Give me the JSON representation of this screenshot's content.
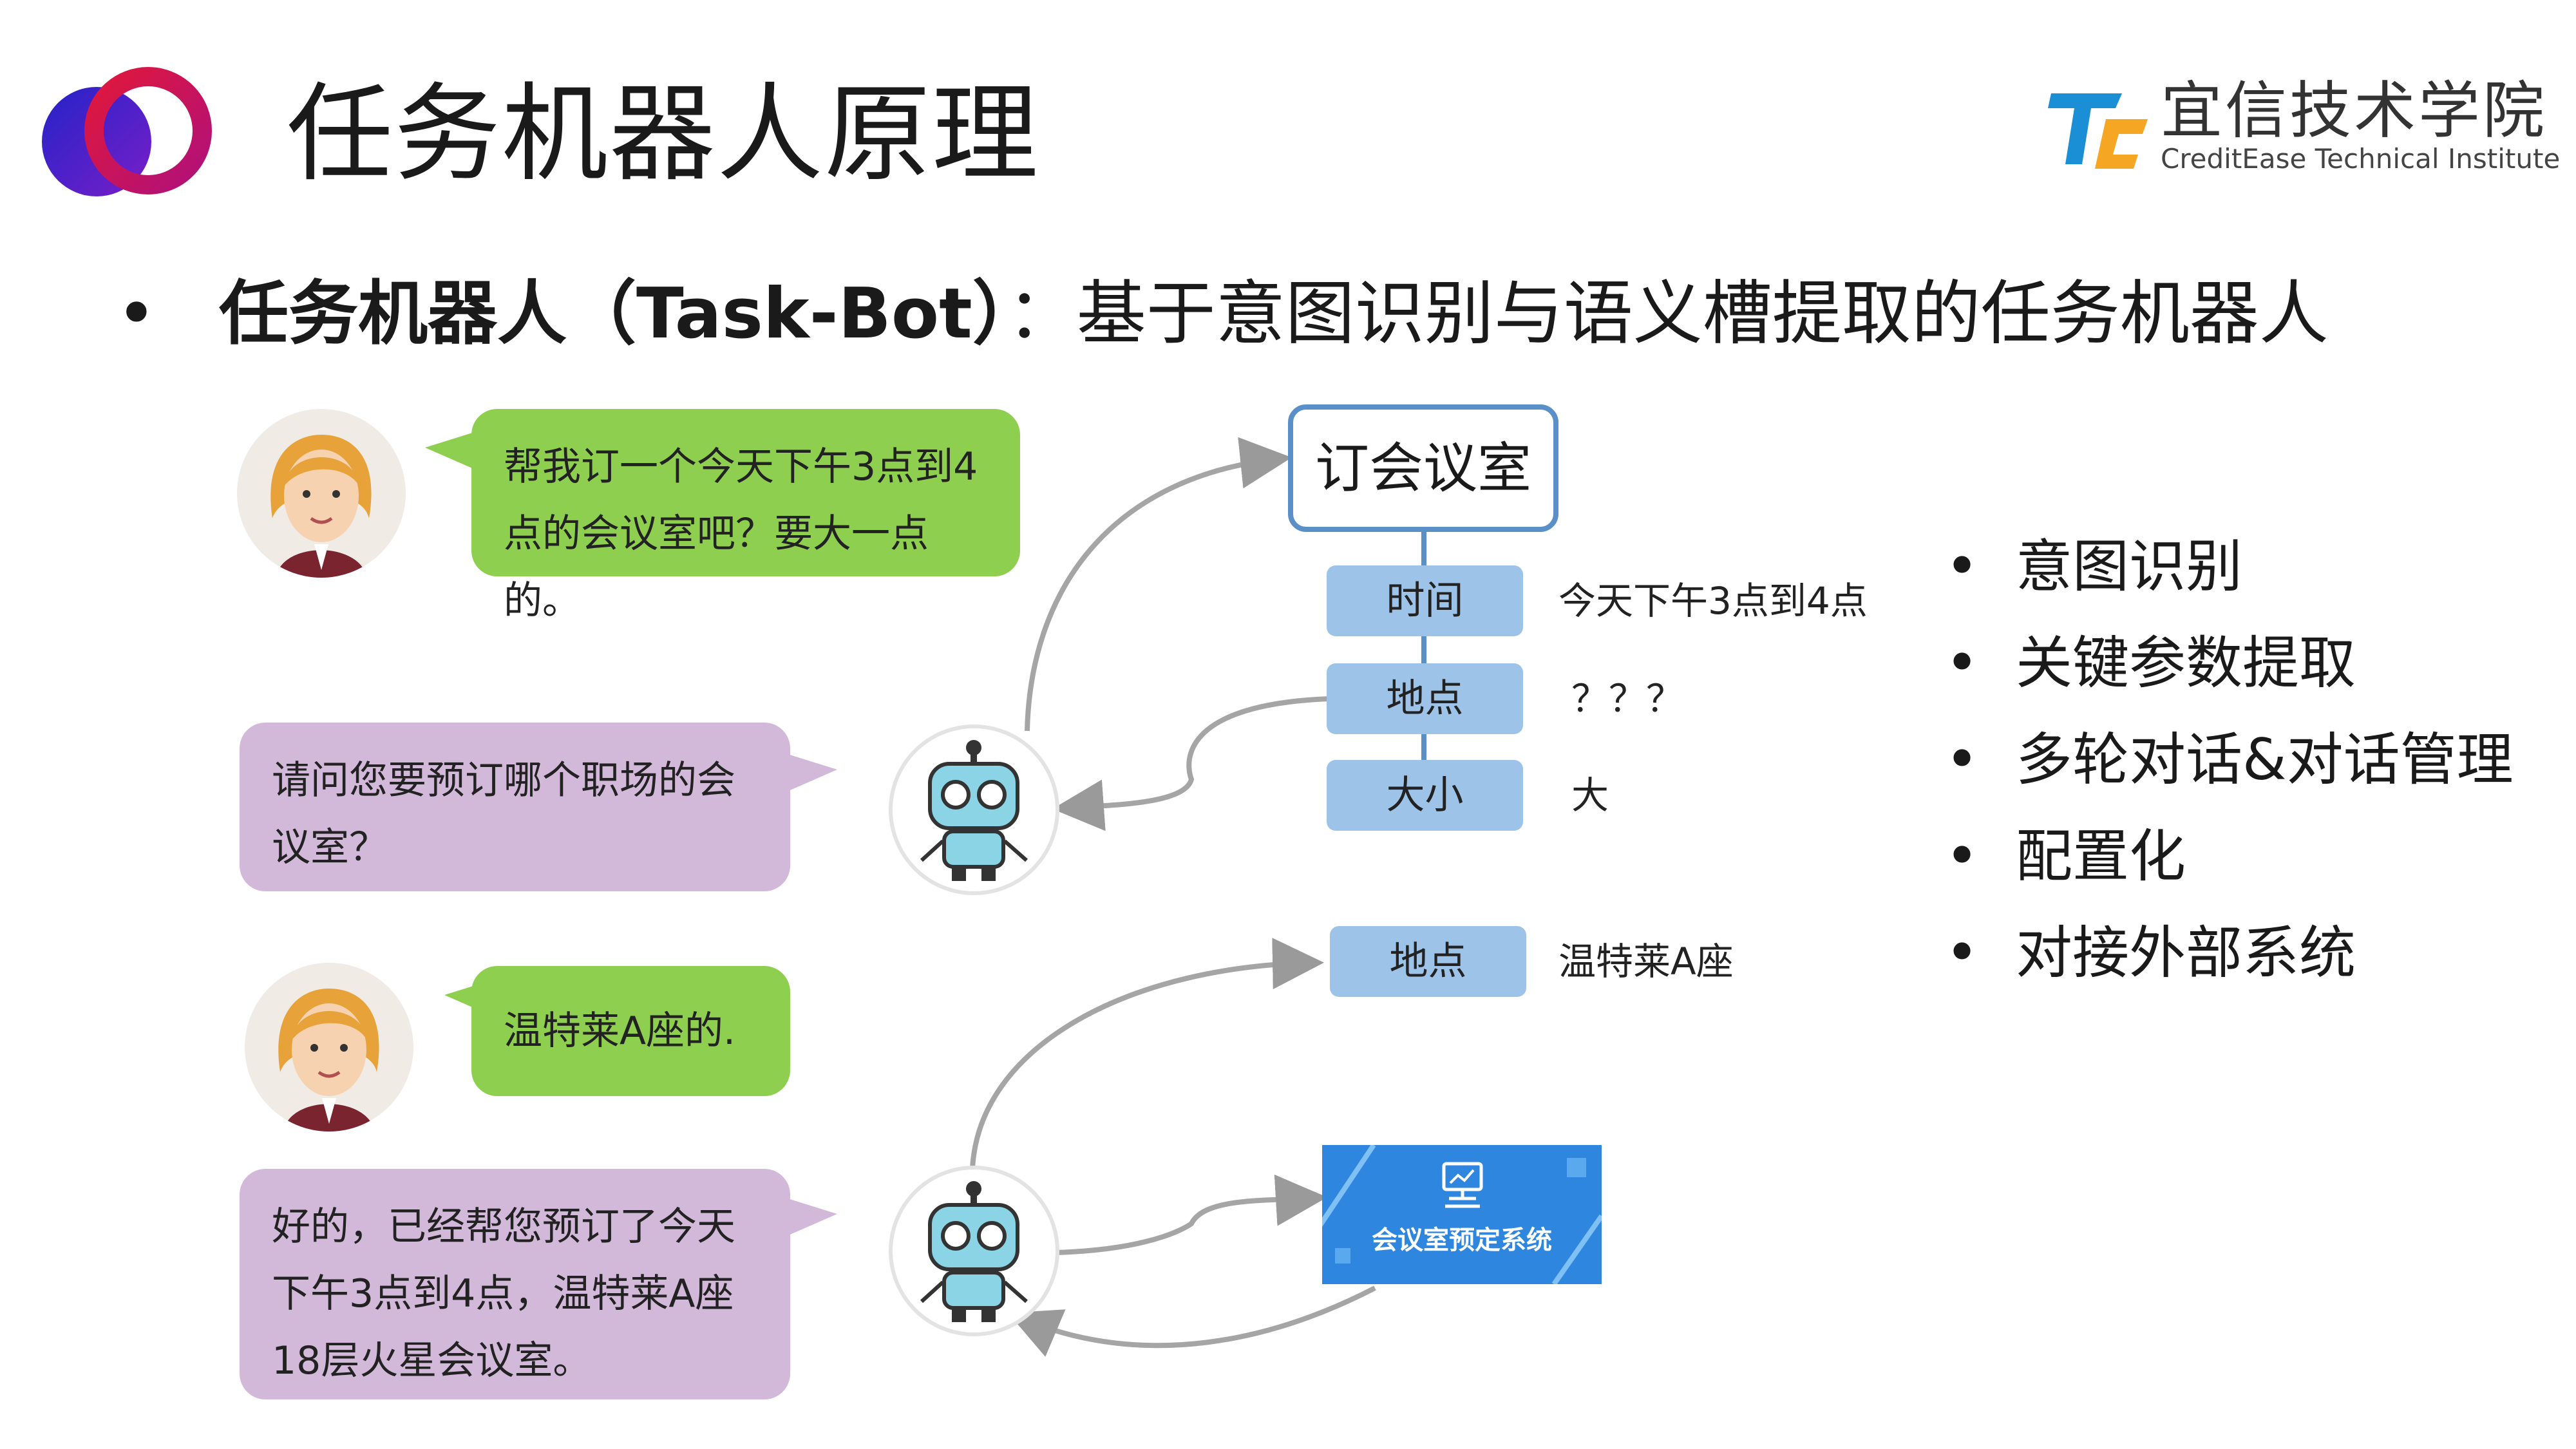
{
  "title": "任务机器人原理",
  "brand": {
    "cn": "宜信技术学院",
    "en": "CreditEase Technical Institute",
    "logo_text": "TC"
  },
  "heading": {
    "bullet": "•",
    "bold": "任务机器人（Task-Bot）",
    "rest": "：基于意图识别与语义槽提取的任务机器人"
  },
  "dialog1": {
    "user": "帮我订一个今天下午3点到4点的会议室吧？要大一点的。",
    "bot": "请问您要预订哪个职场的会议室？"
  },
  "dialog2": {
    "user": "温特莱A座的.",
    "bot": "好的，已经帮您预订了今天下午3点到4点，温特莱A座18层火星会议室。"
  },
  "intent": "订会议室",
  "slots": [
    {
      "name": "时间",
      "value": "今天下午3点到4点"
    },
    {
      "name": "地点",
      "value": "？？？"
    },
    {
      "name": "大小",
      "value": "大"
    }
  ],
  "slot_filled": {
    "name": "地点",
    "value": "温特莱A座"
  },
  "system_label": "会议室预定系统",
  "features": [
    "意图识别",
    "关键参数提取",
    "多轮对话&对话管理",
    "配置化",
    "对接外部系统"
  ],
  "colors": {
    "accent_green": "#8fcf4f",
    "accent_purple": "#d3b9d9",
    "slot_blue": "#9dc3e8",
    "system_blue": "#2e86de",
    "logo_red": "#e0183c",
    "logo_blue": "#2323c8"
  },
  "icons": [
    "user-avatar-icon",
    "robot-icon",
    "monitor-icon",
    "logo-rings-icon"
  ]
}
